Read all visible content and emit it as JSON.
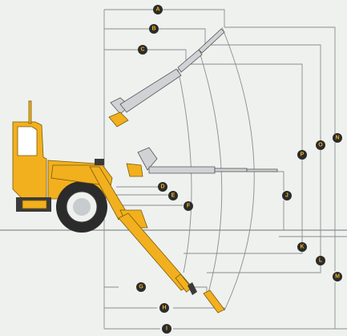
{
  "labels": {
    "a": "A",
    "b": "B",
    "c": "C",
    "d": "D",
    "e": "E",
    "f": "F",
    "g": "G",
    "h": "H",
    "i": "I",
    "j": "J",
    "k": "K",
    "l": "L",
    "m": "M",
    "n": "N",
    "o": "O",
    "p": "P"
  },
  "colors": {
    "background": "#eef1ee",
    "machine_yellow": "#f2b01e",
    "stick_grey": "#cfd3d6",
    "badge_fill": "#2b2b2b",
    "badge_text": "#f0b21c",
    "dimension_line": "#8a8d90"
  }
}
